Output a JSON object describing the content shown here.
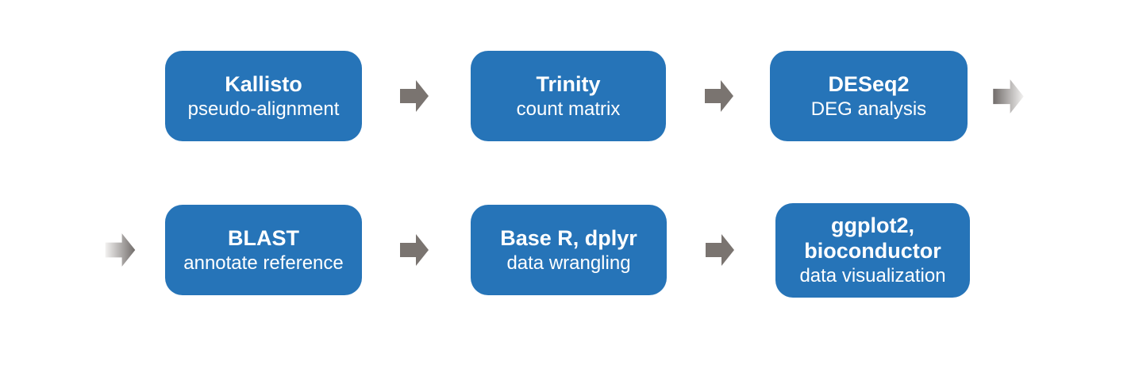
{
  "diagram": {
    "boxes": [
      {
        "title": "Kallisto",
        "subtitle": "pseudo-alignment"
      },
      {
        "title": "Trinity",
        "subtitle": "count matrix"
      },
      {
        "title": "DESeq2",
        "subtitle": "DEG analysis"
      },
      {
        "title": "BLAST",
        "subtitle": "annotate reference"
      },
      {
        "title": "Base R, dplyr",
        "subtitle": "data wrangling"
      },
      {
        "title": "ggplot2, bioconductor",
        "subtitle": "data visualization"
      }
    ],
    "icons": {
      "solid_arrow": "arrow-right-icon",
      "fade_out_arrow": "arrow-fade-out-icon",
      "fade_in_arrow": "arrow-fade-in-icon"
    },
    "colors": {
      "background": "#FFFFFF",
      "box_fill": "#2674B8",
      "box_text": "#FFFFFF",
      "arrow_solid": "#7A7470",
      "arrow_fade_light": "#F3F2F1",
      "arrow_fade_dark": "#716C6A"
    }
  }
}
